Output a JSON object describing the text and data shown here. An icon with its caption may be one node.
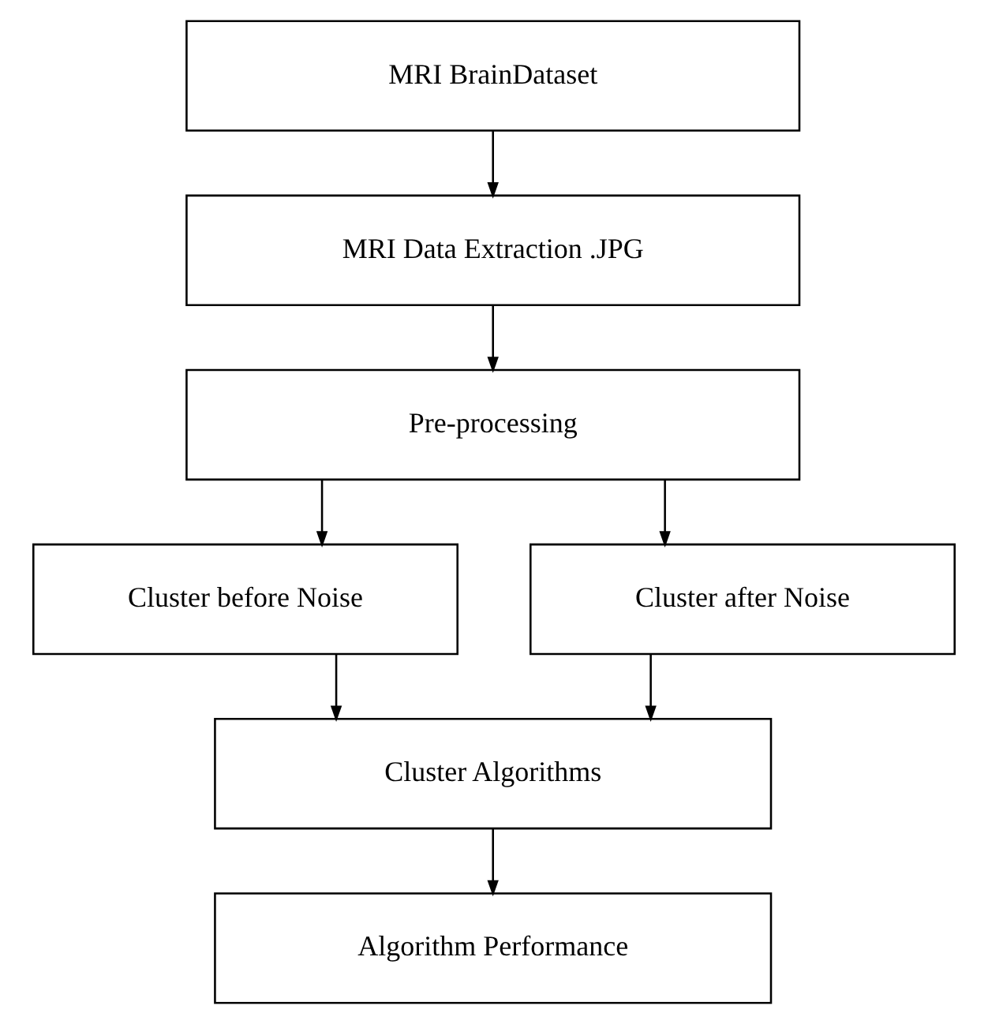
{
  "diagram": {
    "nodes": [
      {
        "text": [
          "MRI BrainDataset"
        ]
      },
      {
        "text": [
          "MRI Data Extraction .JPG"
        ]
      },
      {
        "text": [
          "Pre-processing"
        ]
      },
      {
        "text": [
          "Cluster before Noise"
        ]
      },
      {
        "text": [
          "Cluster after Noise"
        ]
      },
      {
        "text": [
          "Cluster Algorithms"
        ]
      },
      {
        "text": [
          "Algorithm Performance"
        ]
      }
    ],
    "edges": [
      {
        "from": 0,
        "to": 1,
        "arrow": "to"
      },
      {
        "from": 1,
        "to": 2,
        "arrow": "to"
      },
      {
        "from": 2,
        "to": 3,
        "arrow": "to"
      },
      {
        "from": 2,
        "to": 4,
        "arrow": "to"
      },
      {
        "from": 3,
        "to": 5,
        "arrow": "to"
      },
      {
        "from": 4,
        "to": 5,
        "arrow": "to"
      },
      {
        "from": 5,
        "to": 6,
        "arrow": "to"
      }
    ]
  }
}
